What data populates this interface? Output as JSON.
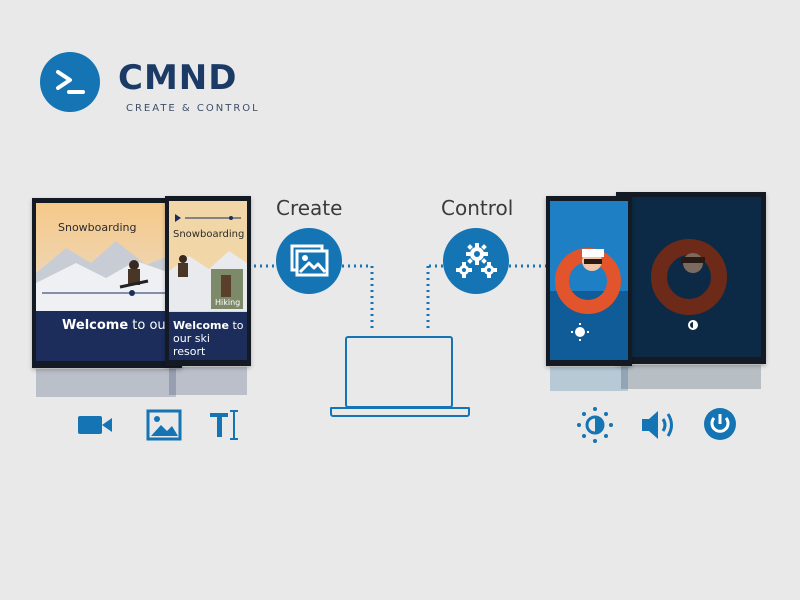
{
  "brand": {
    "name": "CMND",
    "tagline": "CREATE & CONTROL",
    "logo_icon": "terminal-prompt-icon",
    "accent_color": "#1474b4",
    "text_color": "#1c3a66"
  },
  "create": {
    "heading": "Create",
    "badge_icon": "images-icon",
    "tools": [
      {
        "name": "video-camera-icon"
      },
      {
        "name": "image-icon"
      },
      {
        "name": "text-cursor-icon"
      }
    ]
  },
  "control": {
    "heading": "Control",
    "badge_icon": "gears-icon",
    "tools": [
      {
        "name": "brightness-icon"
      },
      {
        "name": "volume-icon"
      },
      {
        "name": "power-icon"
      }
    ]
  },
  "displays": {
    "landscape": {
      "title": "Snowboarding",
      "welcome_bold": "Welcome",
      "welcome_rest": " to our"
    },
    "portrait": {
      "title": "Snowboarding",
      "inset_label": "Hiking",
      "welcome_bold": "Welcome",
      "welcome_rest": " to our ski resort"
    }
  }
}
